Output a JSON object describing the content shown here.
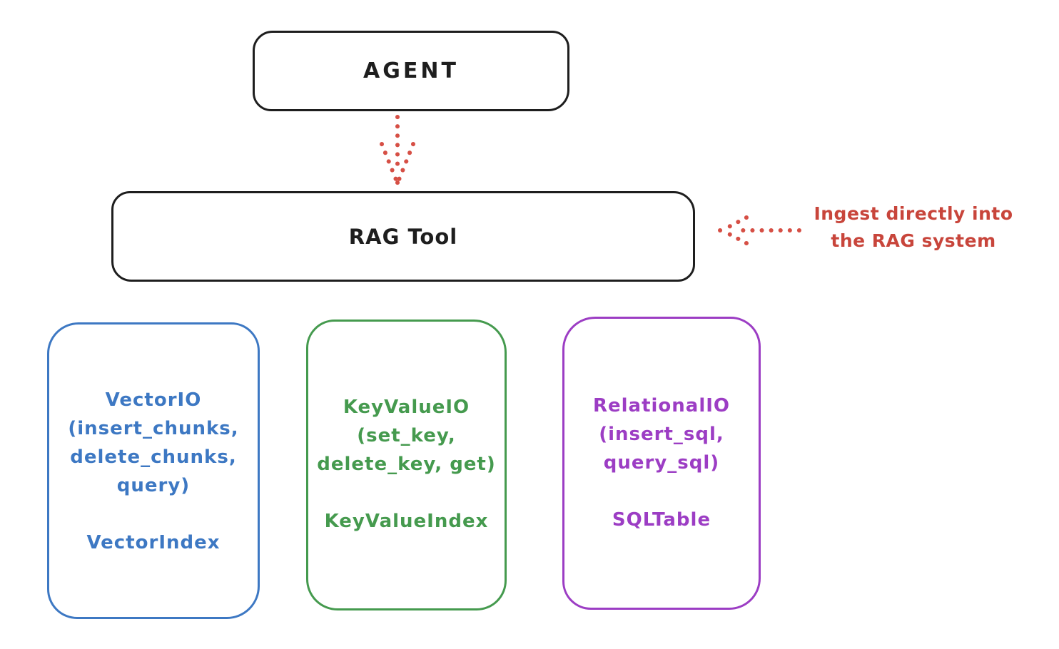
{
  "background": "#ffffff",
  "stroke_black": "#1e1e1e",
  "agent_box": {
    "label": "AGENT"
  },
  "rag_tool_box": {
    "label": "RAG Tool"
  },
  "agent_arrow": {
    "color": "#d64f45",
    "direction": "down",
    "style": "dotted"
  },
  "annotation": {
    "line1": "Ingest directly into",
    "line2": "the RAG system",
    "color": "#c8453b",
    "arrow_color": "#d64f45",
    "arrow_direction": "left",
    "arrow_style": "dotted"
  },
  "io_boxes": [
    {
      "color": "#3d78c3",
      "lines": [
        "VectorIO",
        "(insert_chunks,",
        "delete_chunks,",
        "query)"
      ],
      "index_label": "VectorIndex"
    },
    {
      "color": "#459a4e",
      "lines": [
        "KeyValueIO",
        "(set_key,",
        "delete_key, get)"
      ],
      "index_label": "KeyValueIndex"
    },
    {
      "color": "#9c3dc4",
      "lines": [
        "RelationalIO",
        "(insert_sql,",
        "query_sql)"
      ],
      "index_label": "SQLTable"
    }
  ]
}
